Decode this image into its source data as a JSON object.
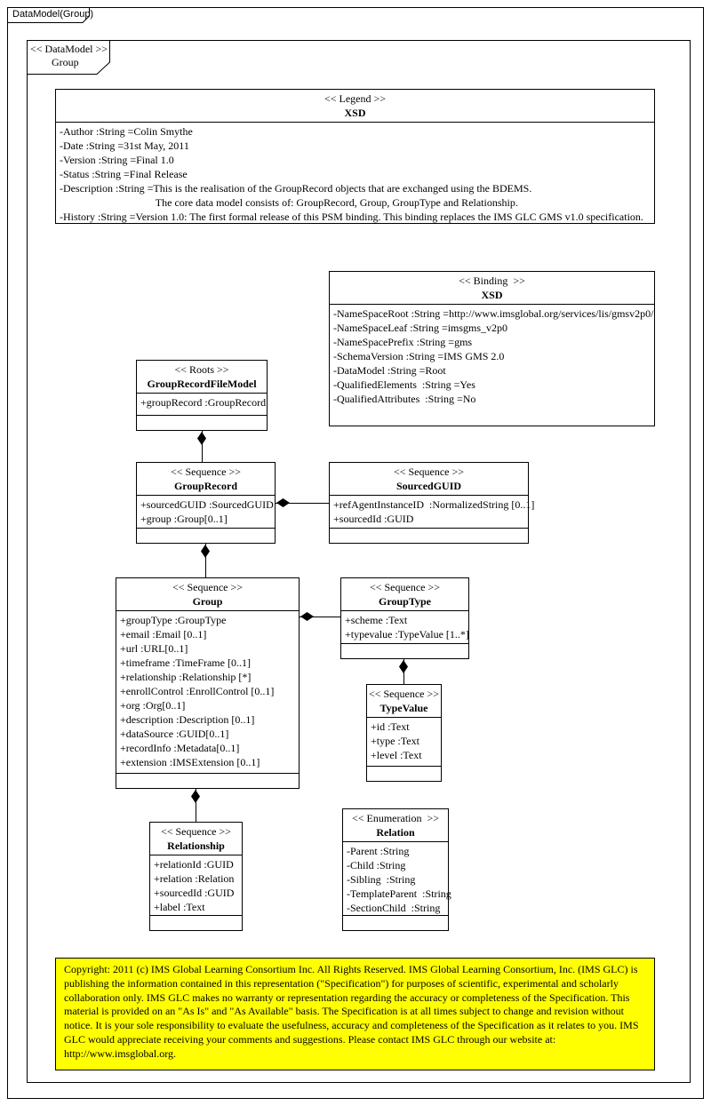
{
  "diagram_tab": "DataModel(Group)",
  "frame": {
    "stereotype": "<< DataModel >>",
    "name": "Group"
  },
  "classes": {
    "legend": {
      "stereotype": "<< Legend >>",
      "name": "XSD",
      "attributes": [
        "-Author :String =Colin Smythe",
        "-Date :String =31st May, 2011",
        "-Version :String =Final 1.0",
        "-Status :String =Final Release",
        "-Description :String =This is the realisation of the GroupRecord objects that are exchanged using the BDEMS.",
        "                                    The core data model consists of: GroupRecord, Group, GroupType and Relationship.",
        "-History :String =Version 1.0: The first formal release of this PSM binding. This binding replaces the IMS GLC GMS v1.0 specification."
      ]
    },
    "binding": {
      "stereotype": "<< Binding  >>",
      "name": "XSD",
      "attributes": [
        "-NameSpaceRoot :String =http://www.imsglobal.org/services/lis/gmsv2p0/",
        "-NameSpaceLeaf :String =imsgms_v2p0",
        "-NameSpacePrefix :String =gms",
        "-SchemaVersion :String =IMS GMS 2.0",
        "-DataModel :String =Root",
        "-QualifiedElements  :String =Yes",
        "-QualifiedAttributes  :String =No"
      ]
    },
    "roots": {
      "stereotype": "<< Roots >>",
      "name": "GroupRecordFileModel",
      "attributes": [
        "+groupRecord :GroupRecord"
      ]
    },
    "groupRecord": {
      "stereotype": "<< Sequence >>",
      "name": "GroupRecord",
      "attributes": [
        "+sourcedGUID :SourcedGUID",
        "+group :Group[0..1]"
      ]
    },
    "sourcedGUID": {
      "stereotype": "<< Sequence >>",
      "name": "SourcedGUID",
      "attributes": [
        "+refAgentInstanceID  :NormalizedString [0..1]",
        "+sourcedId :GUID"
      ]
    },
    "group": {
      "stereotype": "<< Sequence >>",
      "name": "Group",
      "attributes": [
        "+groupType :GroupType",
        "+email :Email [0..1]",
        "+url :URL[0..1]",
        "+timeframe :TimeFrame [0..1]",
        "+relationship :Relationship [*]",
        "+enrollControl :EnrollControl [0..1]",
        "+org :Org[0..1]",
        "+description :Description [0..1]",
        "+dataSource :GUID[0..1]",
        "+recordInfo :Metadata[0..1]",
        "+extension :IMSExtension [0..1]"
      ]
    },
    "groupType": {
      "stereotype": "<< Sequence >>",
      "name": "GroupType",
      "attributes": [
        "+scheme :Text",
        "+typevalue :TypeValue [1..*]"
      ]
    },
    "typeValue": {
      "stereotype": "<< Sequence >>",
      "name": "TypeValue",
      "attributes": [
        "+id :Text",
        "+type :Text",
        "+level :Text"
      ]
    },
    "relationship": {
      "stereotype": "<< Sequence >>",
      "name": "Relationship",
      "attributes": [
        "+relationId :GUID",
        "+relation :Relation",
        "+sourcedId :GUID",
        "+label :Text"
      ]
    },
    "relation": {
      "stereotype": "<< Enumeration  >>",
      "name": "Relation",
      "attributes": [
        "-Parent :String",
        "-Child :String",
        "-Sibling  :String",
        "-TemplateParent  :String",
        "-SectionChild  :String"
      ]
    }
  },
  "copyright": {
    "background": "#ffff00",
    "text": "Copyright: 2011 (c) IMS Global Learning Consortium Inc.  All Rights Reserved.  IMS Global Learning Consortium, Inc. (IMS GLC) is publishing the information contained in this representation (\"Specification\") for purposes of scientific, experimental and scholarly collaboration only.  IMS GLC makes no warranty or representation regarding the accuracy or completeness of the Specification.  This material is provided on an \"As Is\" and \"As Available\" basis.  The Specification is at all times subject to change and revision without notice.  It is your sole responsibility to evaluate the usefulness, accuracy and completeness of the Specification as it relates to you.  IMS GLC would appreciate receiving your comments and suggestions.  Please contact IMS GLC through our website at: http://www.imsglobal.org."
  }
}
